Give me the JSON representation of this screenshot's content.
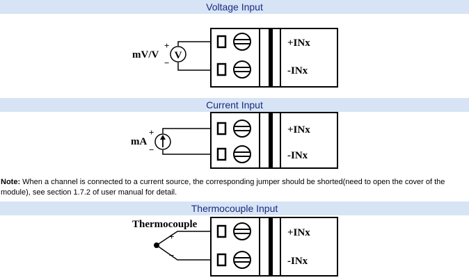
{
  "sections": {
    "voltage": {
      "title": "Voltage Input",
      "source_label": "mV/V",
      "meter_symbol": "V",
      "plus": "+",
      "minus": "−",
      "terminal_pos": "+INx",
      "terminal_neg": "-INx"
    },
    "current": {
      "title": "Current Input",
      "source_label": "mA",
      "plus": "+",
      "minus": "−",
      "terminal_pos": "+INx",
      "terminal_neg": "-INx"
    },
    "thermocouple": {
      "title": "Thermocouple Input",
      "source_label": "Thermocouple",
      "plus": "+",
      "minus": "−",
      "terminal_pos": "+INx",
      "terminal_neg": "-INx"
    }
  },
  "note": {
    "label": "Note:",
    "text": " When a channel is connected to a current source, the corresponding jumper should be shorted(need to open the cover of the module), see section 1.7.2 of user manual for detail."
  },
  "colors": {
    "bar_background": "#d7e4f5",
    "bar_text": "#1a2a80"
  }
}
